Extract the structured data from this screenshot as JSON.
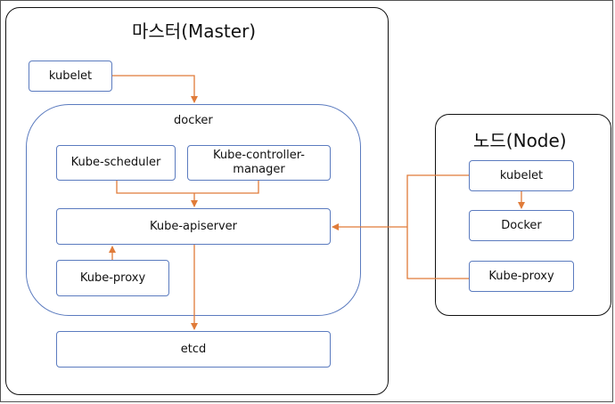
{
  "master": {
    "title": "마스터(Master)",
    "kubelet": "kubelet",
    "docker": {
      "label": "docker",
      "scheduler": "Kube-scheduler",
      "controller_manager": "Kube-controller-\nmanager",
      "apiserver": "Kube-apiserver",
      "proxy": "Kube-proxy"
    },
    "etcd": "etcd"
  },
  "node": {
    "title": "노드(Node)",
    "kubelet": "kubelet",
    "docker": "Docker",
    "proxy": "Kube-proxy"
  },
  "colors": {
    "arrow": "#e07b39",
    "box_border": "#5b7bbf",
    "panel_border": "#111111"
  }
}
